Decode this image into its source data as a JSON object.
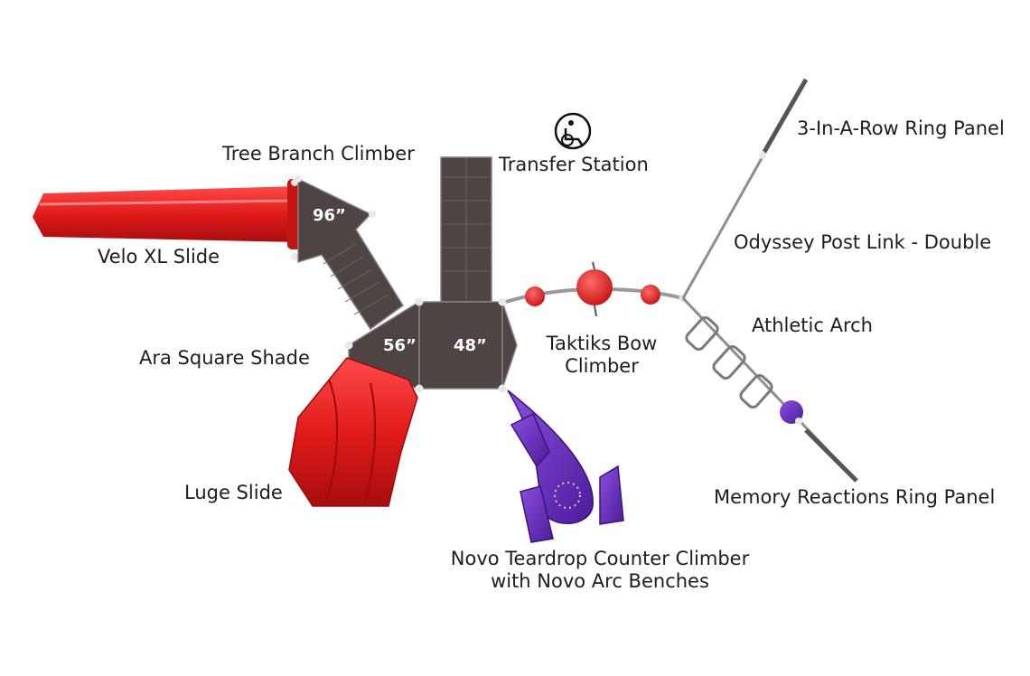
{
  "labels": {
    "ring_panel_top": "3-In-A-Row Ring Panel",
    "odyssey": "Odyssey Post Link - Double",
    "athletic_arch": "Athletic Arch",
    "memory_reactions": "Memory Reactions Ring Panel",
    "transfer_station": "Transfer Station",
    "tree_branch": "Tree Branch Climber",
    "velo_slide": "Velo XL Slide",
    "ara_shade": "Ara Square Shade",
    "luge_slide": "Luge Slide",
    "taktiks_line1": "Taktiks Bow",
    "taktiks_line2": "Climber",
    "novo_line1": "Novo Teardrop Counter Climber",
    "novo_line2": "with Novo Arc Benches"
  },
  "deck_heights": {
    "tree_branch_deck": "96”",
    "shade_deck": "56”",
    "main_deck": "48”"
  },
  "icons": [
    "wheelchair-transfer-icon"
  ],
  "colors": {
    "slide_red": "#e01b1b",
    "deck_brown": "#4f4444",
    "climber_purple": "#6a2fbf",
    "post_gray": "#9a9a9a",
    "text": "#1d1d1d"
  }
}
